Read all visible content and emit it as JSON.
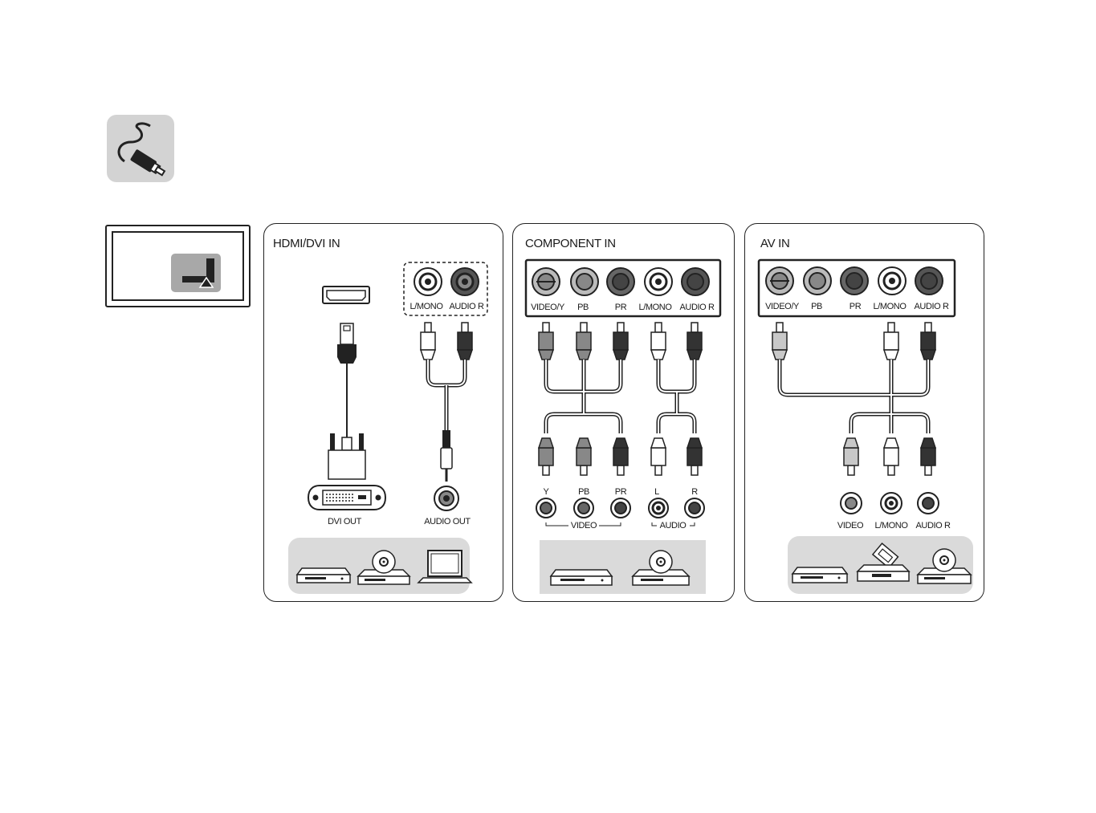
{
  "panels": {
    "hdmi": {
      "title": "HDMI/DVI IN",
      "jack_labels": [
        "L/MONO",
        "AUDIO R"
      ],
      "source_labels": [
        "DVI OUT",
        "AUDIO OUT"
      ],
      "devices": [
        "dvd-player-icon",
        "bluray-player-icon",
        "laptop-icon"
      ]
    },
    "component": {
      "title": "COMPONENT IN",
      "jack_labels": [
        "VIDEO/Y",
        "PB",
        "PR",
        "L/MONO",
        "AUDIO R"
      ],
      "source_labels": [
        "Y",
        "PB",
        "PR",
        "L",
        "R"
      ],
      "group_labels": [
        "VIDEO",
        "AUDIO"
      ],
      "devices": [
        "dvd-player-icon",
        "bluray-player-icon"
      ]
    },
    "av": {
      "title": "AV IN",
      "jack_labels": [
        "VIDEO/Y",
        "PB",
        "PR",
        "L/MONO",
        "AUDIO R"
      ],
      "source_labels": [
        "VIDEO",
        "L/MONO",
        "AUDIO R"
      ],
      "devices": [
        "dvd-player-icon",
        "vcr-icon",
        "bluray-player-icon"
      ]
    }
  },
  "colors": {
    "outline": "#222222",
    "white_plug": "#ffffff",
    "light_gray_plug": "#c8c8c8",
    "mid_gray_plug": "#8c8c8c",
    "dark_plug": "#3a3a3a",
    "device_panel": "#dadada",
    "badge": "#d3d3d3"
  }
}
